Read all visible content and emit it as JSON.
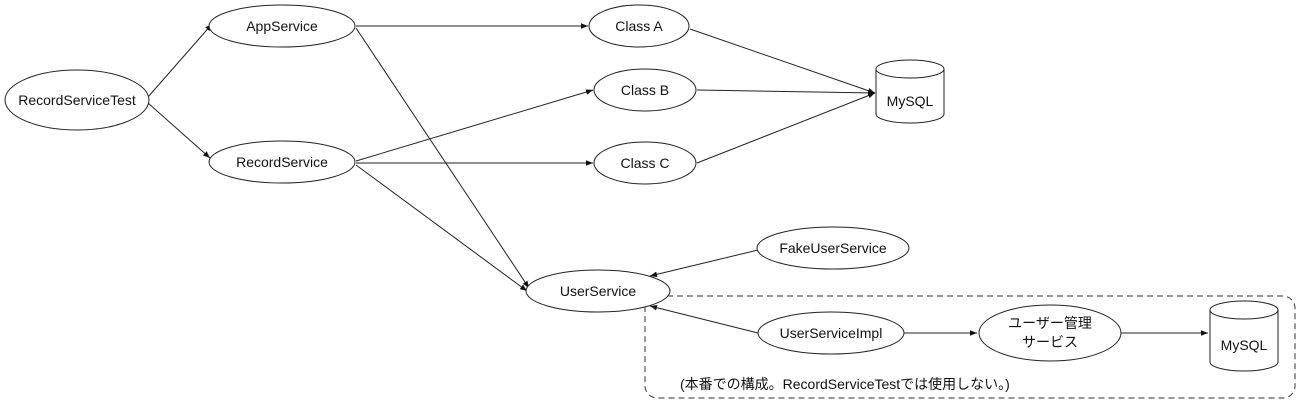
{
  "nodes": {
    "record_service_test": "RecordServiceTest",
    "app_service": "AppService",
    "record_service": "RecordService",
    "class_a": "Class A",
    "class_b": "Class B",
    "class_c": "Class C",
    "mysql_main": "MySQL",
    "fake_user_service": "FakeUserService",
    "user_service": "UserService",
    "user_service_impl": "UserServiceImpl",
    "user_management_line1": "ユーザー管理",
    "user_management_line2": "サービス",
    "mysql_prod": "MySQL"
  },
  "note": "(本番での構成。RecordServiceTestでは使用しない。)"
}
